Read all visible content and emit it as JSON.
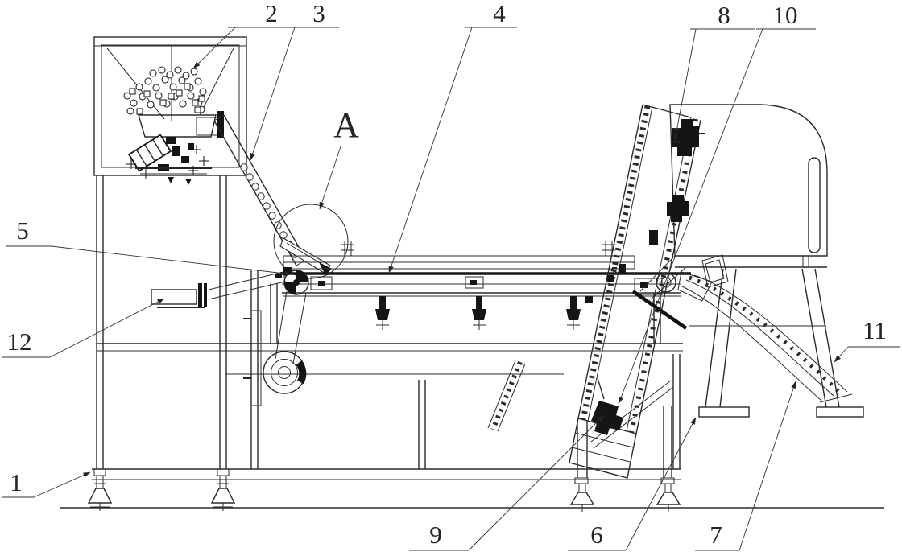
{
  "figure": {
    "type": "patent-style technical line drawing, side elevation of a sorting machine",
    "background": "#ffffff",
    "line_color": "#2b2b2b"
  },
  "labels": {
    "l1": "1",
    "l2": "2",
    "l3": "3",
    "l4": "4",
    "l5": "5",
    "l6": "6",
    "l7": "7",
    "l8": "8",
    "l9": "9",
    "l10": "10",
    "l11": "11",
    "l12": "12",
    "detail_a": "A"
  }
}
